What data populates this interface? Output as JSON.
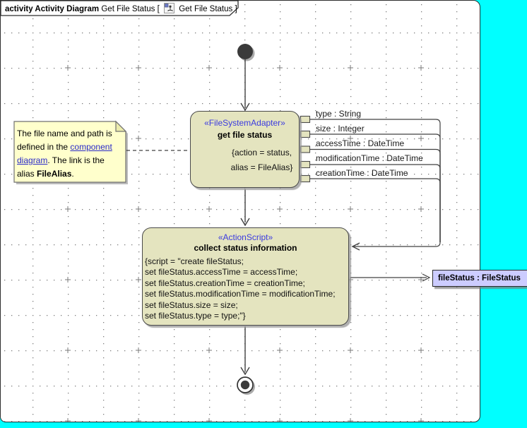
{
  "header": {
    "title_bold": "activity Activity Diagram",
    "title_mid": "Get File Status [",
    "title_ref": "Get File Status ]",
    "icon": "activity-diagram-icon"
  },
  "note": {
    "text1": "The file name and path is defined in the ",
    "link": "component diagram",
    "text2": ". The link is the alias ",
    "bold": "FileAlias",
    "text3": "."
  },
  "action1": {
    "stereotype": "«FileSystemAdapter»",
    "name": "get file status",
    "tag_line1": "{action = status,",
    "tag_line2": "alias = FileAlias}"
  },
  "pins": [
    {
      "label": "type : String"
    },
    {
      "label": "size : Integer"
    },
    {
      "label": "accessTime : DateTime"
    },
    {
      "label": "modificationTime : DateTime"
    },
    {
      "label": "creationTime : DateTime"
    }
  ],
  "action2": {
    "stereotype": "«ActionScript»",
    "name": "collect status information",
    "script_lines": [
      "{script = \"create fileStatus;",
      "set fileStatus.accessTime = accessTime;",
      "set fileStatus.creationTime = creationTime;",
      "set fileStatus.modificationTime = modificationTime;",
      "set fileStatus.size = size;",
      "set fileStatus.type = type;\"}"
    ]
  },
  "object_node": {
    "label": "fileStatus : FileStatus"
  },
  "nodes": {
    "start": "initial-node",
    "final": "activity-final-node"
  },
  "colors": {
    "outside": "#00FFFF",
    "canvas": "#FFFFFF",
    "action_fill": "#E4E4BF",
    "note_fill": "#FFFFCC",
    "object_fill": "#CCCCFF",
    "stereotype_text": "#3A3AE0",
    "link_text": "#2A2AC8",
    "line": "#404040",
    "grid_dot": "#7A7A7A"
  }
}
